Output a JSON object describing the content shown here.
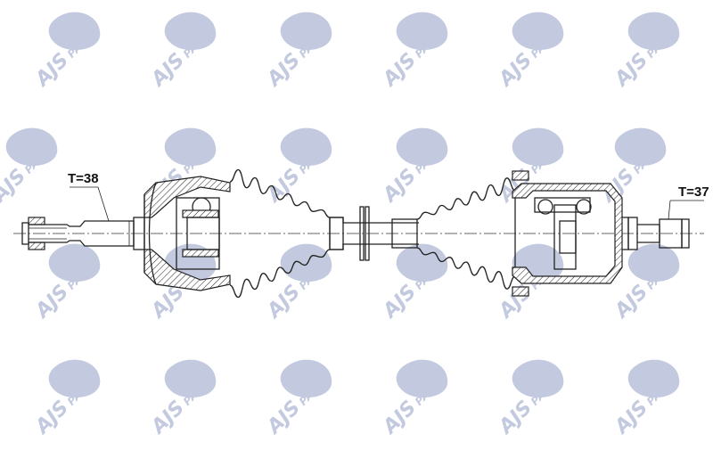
{
  "watermark": {
    "brand": "AJS",
    "suffix": "PARTS",
    "color": "#c3cadf"
  },
  "labels": {
    "left_teeth": "T=38",
    "right_teeth": "T=37"
  }
}
